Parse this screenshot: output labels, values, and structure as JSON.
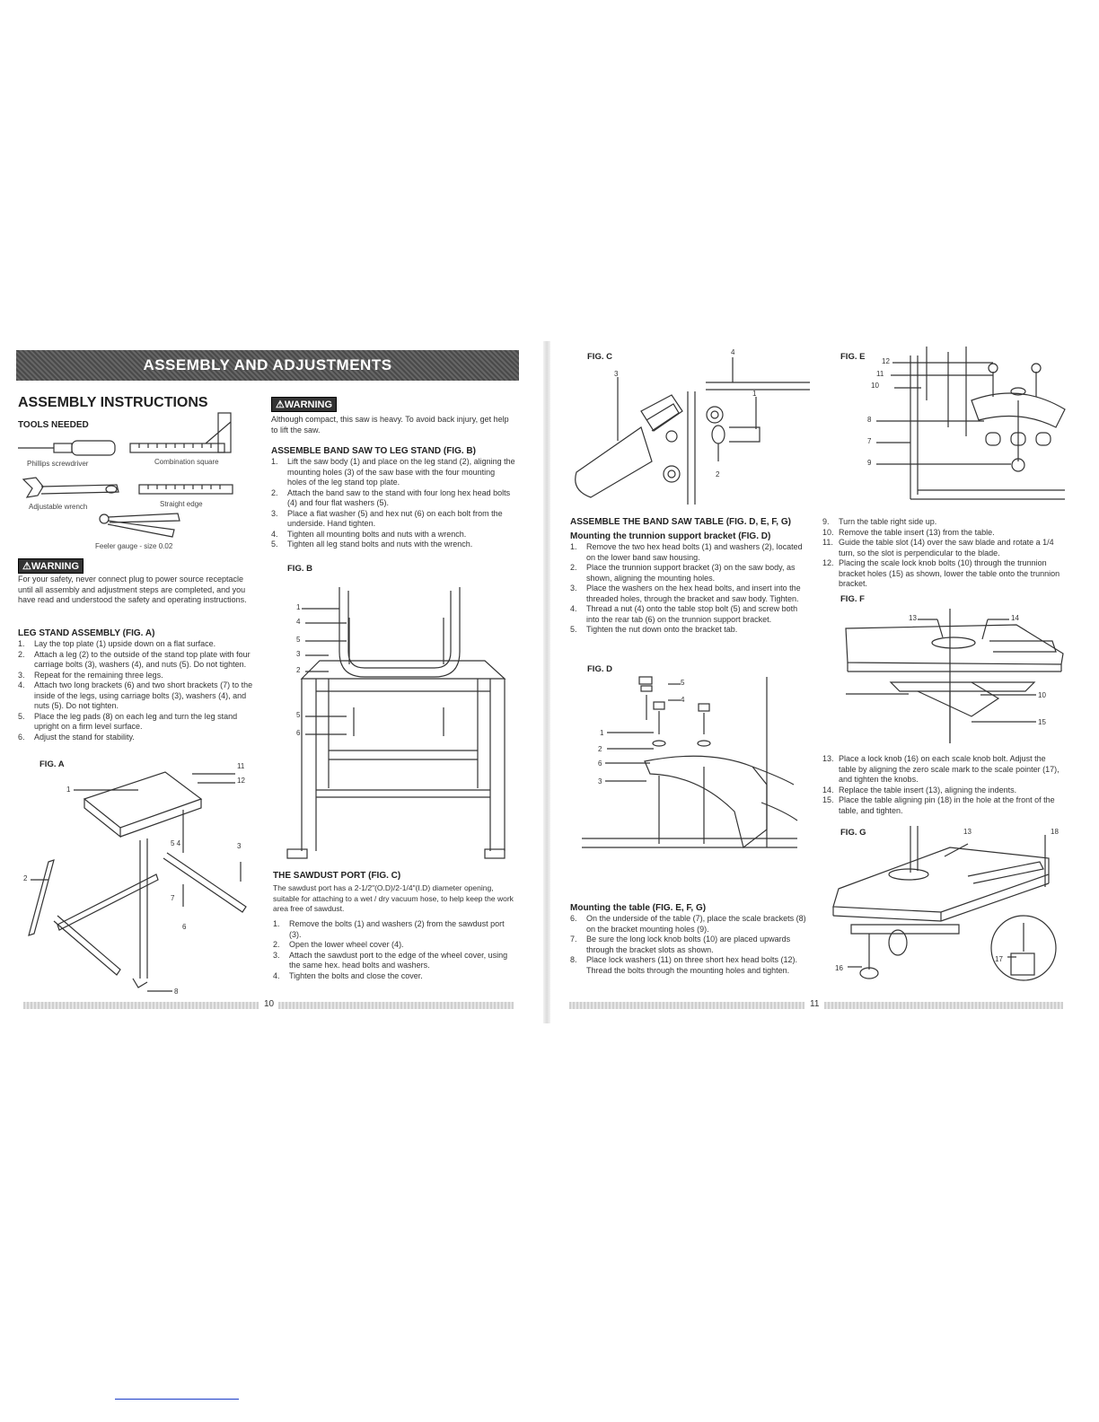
{
  "banner": "ASSEMBLY AND ADJUSTMENTS",
  "left": {
    "section_title": "ASSEMBLY INSTRUCTIONS",
    "tools_heading": "TOOLS NEEDED",
    "tools": {
      "phillips": "Phillips screwdriver",
      "combination": "Combination square",
      "wrench": "Adjustable wrench",
      "straight_edge": "Straight edge",
      "feeler": "Feeler gauge - size 0.02"
    },
    "warning_label": "WARNING",
    "warning_text": "For your safety, never connect plug to power source receptacle until all assembly and adjustment steps are completed, and you have read and understood the safety and operating instructions.",
    "leg_heading": "LEG STAND ASSEMBLY (FIG. A)",
    "leg_steps": [
      {
        "n": "1.",
        "t": "Lay the top plate (1) upside down on a flat surface."
      },
      {
        "n": "2.",
        "t": "Attach a leg (2) to the outside of the stand top plate with four carriage bolts (3), washers (4), and nuts (5). Do not tighten."
      },
      {
        "n": "3.",
        "t": "Repeat for the remaining three legs."
      },
      {
        "n": "4.",
        "t": "Attach two long brackets (6) and two short brackets (7) to the inside of the legs, using carriage bolts (3), washers (4), and nuts (5). Do not tighten."
      },
      {
        "n": "5.",
        "t": "Place the leg pads (8) on each leg and turn the leg stand upright on a firm level surface."
      },
      {
        "n": "6.",
        "t": "Adjust the stand for stability."
      }
    ],
    "fig_a": "FIG. A",
    "fig_a_callouts": {
      "c1": "1",
      "c2": "2",
      "c3": "3",
      "c54": "5 4",
      "c6": "6",
      "c7": "7",
      "c8": "8",
      "c11": "11",
      "c12": "12"
    },
    "page_number": "10"
  },
  "mid": {
    "warning_label": "WARNING",
    "warning_text": "Although compact, this saw is heavy. To avoid back injury, get help to lift the saw.",
    "band_heading": "ASSEMBLE BAND SAW TO LEG STAND (FIG. B)",
    "band_steps": [
      {
        "n": "1.",
        "t": "Lift the saw body (1) and place on the leg stand (2), aligning the mounting holes (3) of the saw base with the four mounting holes of the leg stand top plate."
      },
      {
        "n": "2.",
        "t": "Attach the band saw to the stand with four long hex head bolts (4) and four flat washers (5)."
      },
      {
        "n": "3.",
        "t": "Place a flat washer (5) and hex nut (6) on each bolt from the underside. Hand tighten."
      },
      {
        "n": "4.",
        "t": "Tighten all mounting bolts and nuts with a wrench."
      },
      {
        "n": "5.",
        "t": "Tighten all leg stand bolts and nuts with the wrench."
      }
    ],
    "fig_b": "FIG. B",
    "fig_b_callouts": {
      "c1": "1",
      "c4": "4",
      "c5": "5",
      "c3": "3",
      "c2": "2",
      "c5b": "5",
      "c6": "6"
    },
    "sawdust_heading": "THE SAWDUST PORT (FIG. C)",
    "sawdust_text": "The sawdust port has a 2-1/2\"(O.D)/2-1/4\"(I.D) diameter opening, suitable for attaching to a wet / dry vacuum hose, to help keep the work area free of sawdust.",
    "sawdust_steps": [
      {
        "n": "1.",
        "t": "Remove the bolts (1) and washers (2) from the sawdust port (3)."
      },
      {
        "n": "2.",
        "t": "Open the lower wheel cover (4)."
      },
      {
        "n": "3.",
        "t": "Attach the sawdust port to the edge of the wheel cover, using the same hex. head bolts and washers."
      },
      {
        "n": "4.",
        "t": "Tighten the bolts and close the cover."
      }
    ]
  },
  "right": {
    "fig_c": "FIG. C",
    "fig_c_callouts": {
      "c1": "1",
      "c2": "2",
      "c3": "3",
      "c4": "4"
    },
    "fig_e": "FIG. E",
    "fig_e_callouts": {
      "c12": "12",
      "c11": "11",
      "c10": "10",
      "c8": "8",
      "c7": "7",
      "c9": "9"
    },
    "table_heading": "ASSEMBLE THE BAND SAW TABLE (FIG. D, E, F, G)",
    "trunnion_heading": "Mounting the trunnion support bracket (FIG. D)",
    "trunnion_steps": [
      {
        "n": "1.",
        "t": "Remove the two hex head bolts (1) and washers (2), located on the lower band saw housing."
      },
      {
        "n": "2.",
        "t": "Place the trunnion support bracket (3) on the saw body, as shown, aligning the mounting holes."
      },
      {
        "n": "3.",
        "t": "Place the washers on the hex head bolts, and insert into the threaded holes, through the bracket and saw body. Tighten."
      },
      {
        "n": "4.",
        "t": "Thread a nut (4) onto the table stop bolt (5) and screw both into the rear tab (6) on the trunnion support bracket."
      },
      {
        "n": "5.",
        "t": "Tighten the nut down onto the bracket tab."
      }
    ],
    "fig_d": "FIG. D",
    "fig_d_callouts": {
      "c5": "5",
      "c4": "4",
      "c1": "1",
      "c2": "2",
      "c6": "6",
      "c3": "3"
    },
    "mount_heading": "Mounting the table (FIG. E, F, G)",
    "mount_steps": [
      {
        "n": "6.",
        "t": "On the underside of the table (7), place the scale brackets (8) on the bracket mounting holes (9)."
      },
      {
        "n": "7.",
        "t": "Be sure the long lock knob bolts (10) are placed upwards through the bracket slots as shown."
      },
      {
        "n": "8.",
        "t": "Place lock washers (11) on three short hex head bolts (12). Thread the bolts through the mounting holes and tighten."
      }
    ],
    "steps_9_12": [
      {
        "n": "9.",
        "t": "Turn the table right side up."
      },
      {
        "n": "10.",
        "t": "Remove the table insert (13) from the table."
      },
      {
        "n": "11.",
        "t": "Guide the table slot (14) over the saw blade and rotate a 1/4 turn, so the slot is perpendicular to the blade."
      },
      {
        "n": "12.",
        "t": "Placing the scale lock knob bolts (10) through the trunnion bracket holes (15) as shown, lower the table onto the trunnion bracket."
      }
    ],
    "fig_f": "FIG. F",
    "fig_f_callouts": {
      "c13": "13",
      "c14": "14",
      "c10": "10",
      "c15": "15"
    },
    "steps_13_15": [
      {
        "n": "13.",
        "t": "Place a lock knob (16) on each scale knob bolt. Adjust the table by aligning the zero scale mark to the scale pointer (17), and tighten the knobs."
      },
      {
        "n": "14.",
        "t": "Replace the table insert (13), aligning the indents."
      },
      {
        "n": "15.",
        "t": "Place the table aligning pin (18) in the hole at the front of the table, and tighten."
      }
    ],
    "fig_g": "FIG. G",
    "fig_g_callouts": {
      "c13": "13",
      "c18": "18",
      "c16": "16",
      "c17": "17"
    },
    "page_number": "11"
  }
}
